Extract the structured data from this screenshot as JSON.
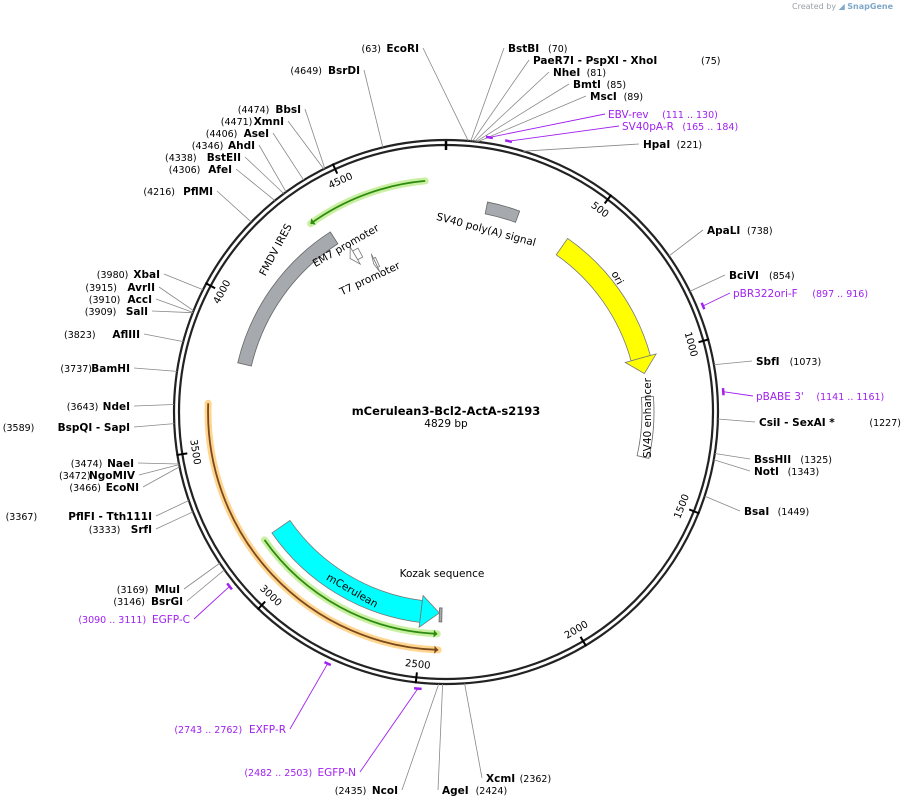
{
  "credit": {
    "prefix": "Created by",
    "brand": "SnapGene"
  },
  "plasmid": {
    "name": "mCerulean3-Bcl2-ActA-s2193",
    "length_label": "4829 bp",
    "length": 4829
  },
  "ticks": [
    {
      "value": 500,
      "label": "500"
    },
    {
      "value": 1000,
      "label": "1000"
    },
    {
      "value": 1500,
      "label": "1500"
    },
    {
      "value": 2000,
      "label": "2000"
    },
    {
      "value": 2500,
      "label": "2500"
    },
    {
      "value": 3000,
      "label": "3000"
    },
    {
      "value": 3500,
      "label": "3500"
    },
    {
      "value": 4000,
      "label": "4000"
    },
    {
      "value": 4500,
      "label": "4500"
    }
  ],
  "sites": [
    {
      "pos": 63,
      "name": "EcoRI",
      "pos_label": "(63)",
      "pos_first": true
    },
    {
      "pos": 70,
      "name": "BstBI",
      "pos_label": "(70)"
    },
    {
      "pos": 75,
      "name": "PaeR7I   - PspXI   - XhoI",
      "pos_label": "(75)"
    },
    {
      "pos": 81,
      "name": "NheI",
      "pos_label": "(81)"
    },
    {
      "pos": 85,
      "name": "BmtI",
      "pos_label": "(85)"
    },
    {
      "pos": 89,
      "name": "MscI",
      "pos_label": "(89)"
    },
    {
      "pos": 221,
      "name": "HpaI",
      "pos_label": "(221)"
    },
    {
      "pos": 738,
      "name": "ApaLI",
      "pos_label": "(738)"
    },
    {
      "pos": 854,
      "name": "BciVI",
      "pos_label": "(854)"
    },
    {
      "pos": 1073,
      "name": "SbfI",
      "pos_label": "(1073)"
    },
    {
      "pos": 1227,
      "name": "CsiI   - SexAI *",
      "pos_label": "(1227)"
    },
    {
      "pos": 1325,
      "name": "BssHII",
      "pos_label": "(1325)"
    },
    {
      "pos": 1343,
      "name": "NotI",
      "pos_label": "(1343)"
    },
    {
      "pos": 1449,
      "name": "BsaI",
      "pos_label": "(1449)"
    },
    {
      "pos": 2362,
      "name": "XcmI",
      "pos_label": "(2362)"
    },
    {
      "pos": 2424,
      "name": "AgeI",
      "pos_label": "(2424)"
    },
    {
      "pos": 2435,
      "name": "NcoI",
      "pos_label": "(2435)",
      "pos_first": true
    },
    {
      "pos": 3146,
      "name": "BsrGI",
      "pos_label": "(3146)",
      "pos_first": true
    },
    {
      "pos": 3169,
      "name": "MluI",
      "pos_label": "(3169)",
      "pos_first": true
    },
    {
      "pos": 3333,
      "name": "SrfI",
      "pos_label": "(3333)",
      "pos_first": true
    },
    {
      "pos": 3367,
      "name": "PflFI   - Tth111I",
      "pos_label": "(3367)",
      "pos_first": true
    },
    {
      "pos": 3466,
      "name": "EcoNI",
      "pos_label": "(3466)",
      "pos_first": true
    },
    {
      "pos": 3472,
      "name": "NgoMIV",
      "pos_label": "(3472)",
      "pos_first": true
    },
    {
      "pos": 3474,
      "name": "NaeI",
      "pos_label": "(3474)",
      "pos_first": true
    },
    {
      "pos": 3589,
      "name": "BspQI   - SapI",
      "pos_label": "(3589)",
      "pos_first": true
    },
    {
      "pos": 3643,
      "name": "NdeI",
      "pos_label": "(3643)",
      "pos_first": true
    },
    {
      "pos": 3737,
      "name": "BamHI",
      "pos_label": "(3737)",
      "pos_first": true
    },
    {
      "pos": 3823,
      "name": "AflIII",
      "pos_label": "(3823)",
      "pos_first": true
    },
    {
      "pos": 3909,
      "name": "SalI",
      "pos_label": "(3909)",
      "pos_first": true
    },
    {
      "pos": 3910,
      "name": "AccI",
      "pos_label": "(3910)",
      "pos_first": true
    },
    {
      "pos": 3915,
      "name": "AvrII",
      "pos_label": "(3915)",
      "pos_first": true
    },
    {
      "pos": 3980,
      "name": "XbaI",
      "pos_label": "(3980)",
      "pos_first": true
    },
    {
      "pos": 4216,
      "name": "PflMI",
      "pos_label": "(4216)",
      "pos_first": true
    },
    {
      "pos": 4306,
      "name": "AfeI",
      "pos_label": "(4306)",
      "pos_first": true
    },
    {
      "pos": 4338,
      "name": "BstEII",
      "pos_label": "(4338)",
      "pos_first": true
    },
    {
      "pos": 4346,
      "name": "AhdI",
      "pos_label": "(4346)",
      "pos_first": true
    },
    {
      "pos": 4406,
      "name": "AseI",
      "pos_label": "(4406)",
      "pos_first": true
    },
    {
      "pos": 4471,
      "name": "XmnI",
      "pos_label": "(4471)",
      "pos_first": true
    },
    {
      "pos": 4474,
      "name": "BbsI",
      "pos_label": "(4474)",
      "pos_first": true
    },
    {
      "pos": 4649,
      "name": "BsrDI",
      "pos_label": "(4649)",
      "pos_first": true
    }
  ],
  "primers": [
    {
      "name": "EBV-rev",
      "pos_label": "(111 .. 130)",
      "start": 111,
      "end": 130
    },
    {
      "name": "SV40pA-R",
      "pos_label": "(165 .. 184)",
      "start": 165,
      "end": 184
    },
    {
      "name": "pBR322ori-F",
      "pos_label": "(897 .. 916)",
      "start": 897,
      "end": 916
    },
    {
      "name": "pBABE 3'",
      "pos_label": "(1141 .. 1161)",
      "start": 1141,
      "end": 1161
    },
    {
      "name": "EGFP-N",
      "pos_label": "(2482 .. 2503)",
      "start": 2482,
      "end": 2503,
      "pos_first": true
    },
    {
      "name": "EXFP-R",
      "pos_label": "(2743 .. 2762)",
      "start": 2743,
      "end": 2762,
      "pos_first": true
    },
    {
      "name": "EGFP-C",
      "pos_label": "(3090 .. 3111)",
      "start": 3090,
      "end": 3111,
      "pos_first": true
    }
  ],
  "features": [
    {
      "name": "SV40 poly(A) signal",
      "start": 150,
      "end": 270,
      "color": "#a6a9ad",
      "kind": "box"
    },
    {
      "name": "ori",
      "start": 470,
      "end": 1060,
      "color": "#ffff00",
      "kind": "arrow"
    },
    {
      "name": "SV40 enhancer",
      "start": 1150,
      "end": 1380,
      "color": "#ffffff",
      "kind": "box"
    },
    {
      "name": "Kozak sequence",
      "start": 2430,
      "end": 2440,
      "color": "#a6a9ad",
      "kind": "box"
    },
    {
      "name": "mCerulean",
      "start": 2440,
      "end": 3155,
      "color": "#00ffff",
      "kind": "arrow-ccw"
    },
    {
      "name": "FMDV IRES",
      "start": 3800,
      "end": 4390,
      "color": "#a6a9ad",
      "kind": "box"
    },
    {
      "name": "EM7 promoter",
      "start": 4400,
      "end": 4450,
      "color": "#ffffff",
      "kind": "arrow-ccw"
    },
    {
      "name": "T7 promoter",
      "start": 4480,
      "end": 4500,
      "color": "#ffffff",
      "kind": "arrow-ccw"
    }
  ],
  "colors": {
    "backbone": "#222222",
    "primer": "#a020f0",
    "green_arc": "#2e8b11",
    "green_glow": "#c8f0a0",
    "orange_arc": "#7a4a1a",
    "orange_glow": "#ffd590"
  }
}
